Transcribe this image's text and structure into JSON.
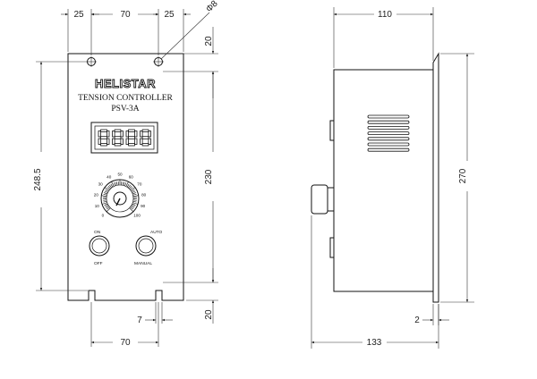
{
  "front_view": {
    "brand": "HELISTAR",
    "title": "TENSION CONTROLLER",
    "model": "PSV-3A",
    "display_digits": "8888",
    "dial_scale": [
      "0",
      "10",
      "20",
      "30",
      "40",
      "50",
      "60",
      "70",
      "80",
      "90",
      "100"
    ],
    "buttons": {
      "left_top": "ON",
      "left_bottom": "OFF",
      "right_top": "AUTO",
      "right_bottom": "MANUAL"
    }
  },
  "dimensions": {
    "top_left_offset": "25",
    "top_hole_spacing": "70",
    "top_right_offset": "25",
    "hole_diameter": "Φ8",
    "top_margin": "20",
    "overall_height": "248.5",
    "panel_height": "230",
    "slot_width": "7",
    "bottom_margin": "20",
    "bottom_slot_spacing": "70",
    "side_depth": "110",
    "side_height": "270",
    "flange_thickness": "2",
    "overall_depth": "133"
  }
}
